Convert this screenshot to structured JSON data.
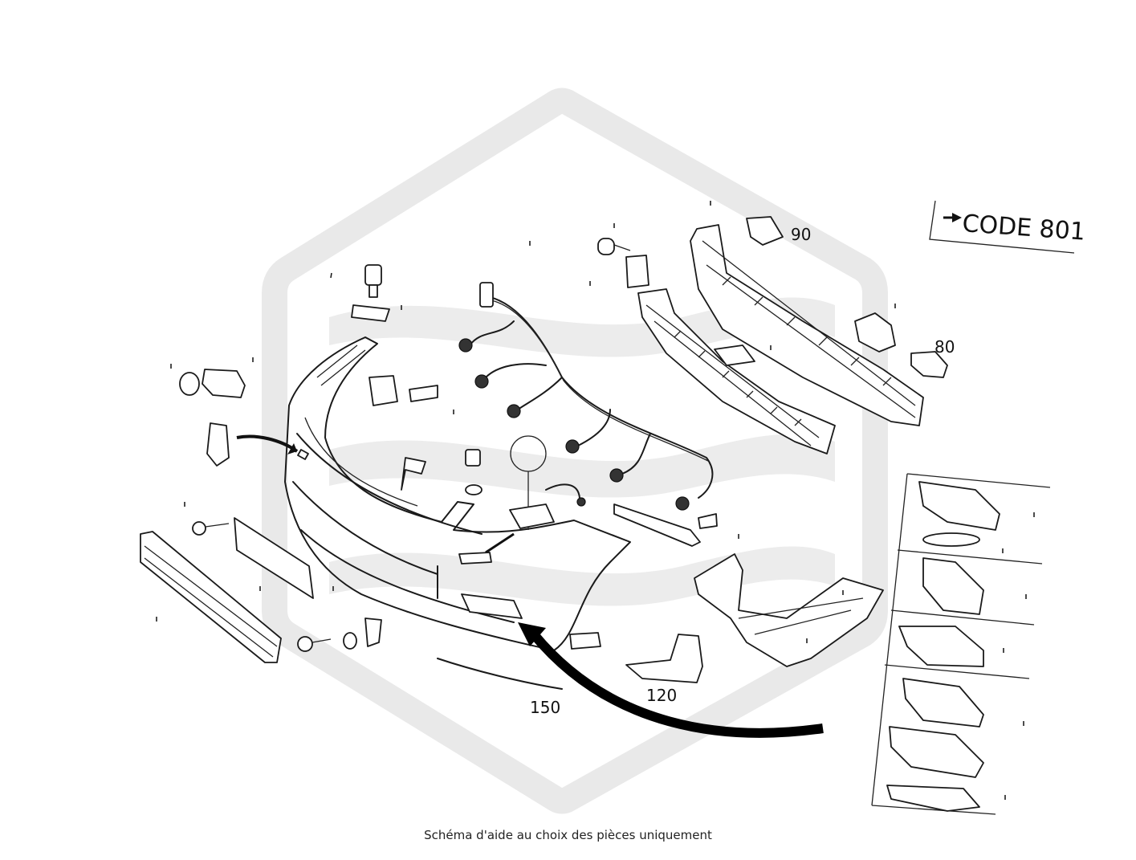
{
  "callouts": {
    "code_label": "CODE 801",
    "part_90": "90",
    "part_80": "80",
    "part_120": "120",
    "part_150": "150"
  },
  "caption": "Schéma d'aide au choix des pièces uniquement",
  "colors": {
    "line": "#1a1a1a",
    "watermark": "#e9e9e9",
    "background": "#ffffff"
  }
}
